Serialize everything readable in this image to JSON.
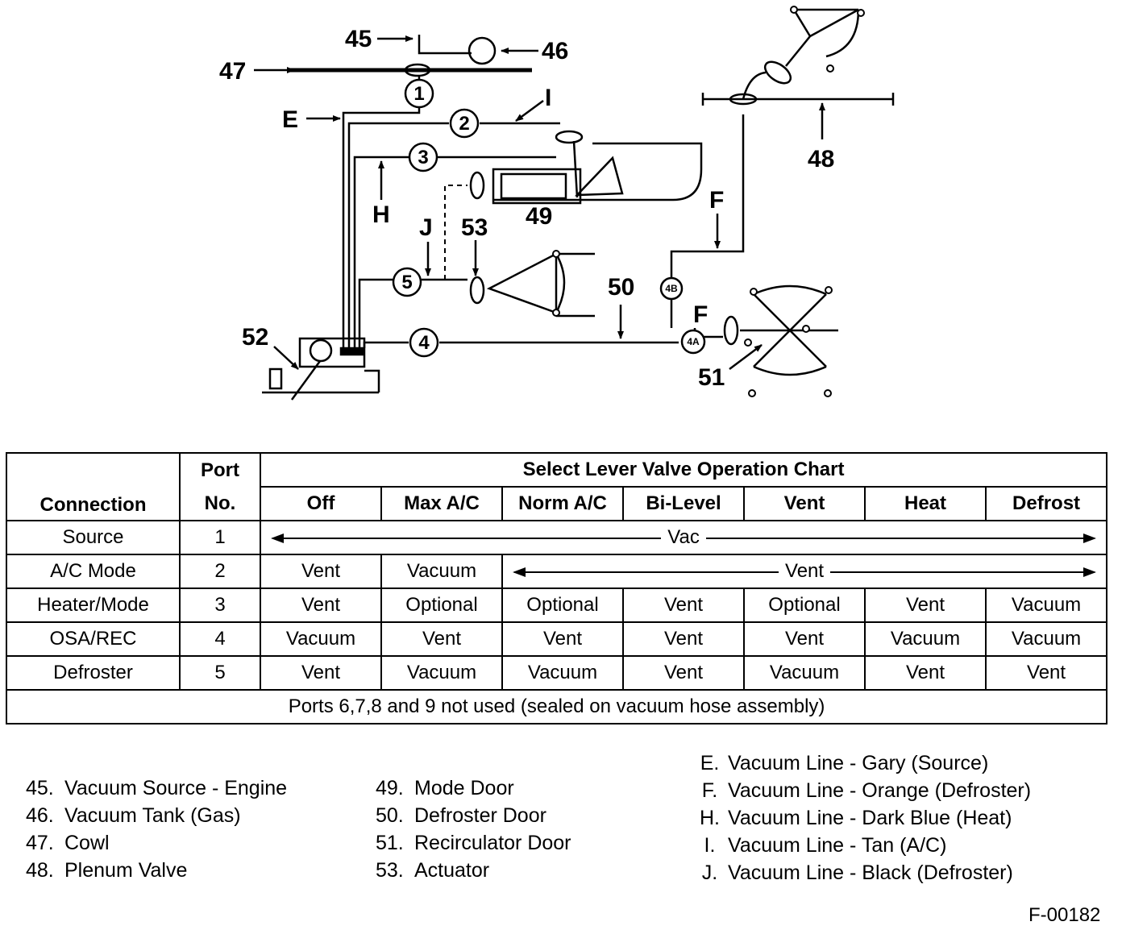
{
  "diagram": {
    "callouts": {
      "45": "45",
      "46": "46",
      "47": "47",
      "48": "48",
      "49": "49",
      "50": "50",
      "51": "51",
      "52": "52",
      "53": "53",
      "E": "E",
      "F1": "F",
      "F2": "F",
      "H": "H",
      "I": "I",
      "J": "J"
    },
    "ports": [
      "1",
      "2",
      "3",
      "4",
      "5",
      "4B",
      "4A"
    ]
  },
  "chart": {
    "title": "Select Lever Valve Operation Chart",
    "connection_header": "Connection",
    "port_header_line1": "Port",
    "port_header_line2": "No.",
    "positions": [
      "Off",
      "Max A/C",
      "Norm A/C",
      "Bi-Level",
      "Vent",
      "Heat",
      "Defrost"
    ],
    "rows": [
      {
        "connection": "Source",
        "port": "1",
        "span_text": "Vac"
      },
      {
        "connection": "A/C Mode",
        "port": "2",
        "cells": [
          "Vent",
          "Vacuum"
        ],
        "span_text": "Vent"
      },
      {
        "connection": "Heater/Mode",
        "port": "3",
        "cells": [
          "Vent",
          "Optional",
          "Optional",
          "Vent",
          "Optional",
          "Vent",
          "Vacuum"
        ]
      },
      {
        "connection": "OSA/REC",
        "port": "4",
        "cells": [
          "Vacuum",
          "Vent",
          "Vent",
          "Vent",
          "Vent",
          "Vacuum",
          "Vacuum"
        ]
      },
      {
        "connection": "Defroster",
        "port": "5",
        "cells": [
          "Vent",
          "Vacuum",
          "Vacuum",
          "Vent",
          "Vacuum",
          "Vent",
          "Vent"
        ]
      }
    ],
    "footnote": "Ports 6,7,8 and 9 not used (sealed on vacuum hose assembly)"
  },
  "legend_left": [
    {
      "key": "45.",
      "text": "Vacuum Source - Engine"
    },
    {
      "key": "46.",
      "text": "Vacuum Tank (Gas)"
    },
    {
      "key": "47.",
      "text": "Cowl"
    },
    {
      "key": "48.",
      "text": "Plenum Valve"
    }
  ],
  "legend_mid": [
    {
      "key": "49.",
      "text": "Mode Door"
    },
    {
      "key": "50.",
      "text": "Defroster Door"
    },
    {
      "key": "51.",
      "text": "Recirculator Door"
    },
    {
      "key": "53.",
      "text": "Actuator"
    }
  ],
  "legend_right": [
    {
      "key": "E.",
      "text": "Vacuum Line - Gary (Source)"
    },
    {
      "key": "F.",
      "text": "Vacuum Line - Orange (Defroster)"
    },
    {
      "key": "H.",
      "text": "Vacuum Line - Dark Blue (Heat)"
    },
    {
      "key": "I.",
      "text": "Vacuum Line - Tan (A/C)"
    },
    {
      "key": "J.",
      "text": "Vacuum Line - Black (Defroster)"
    }
  ],
  "figure_id": "F-00182"
}
